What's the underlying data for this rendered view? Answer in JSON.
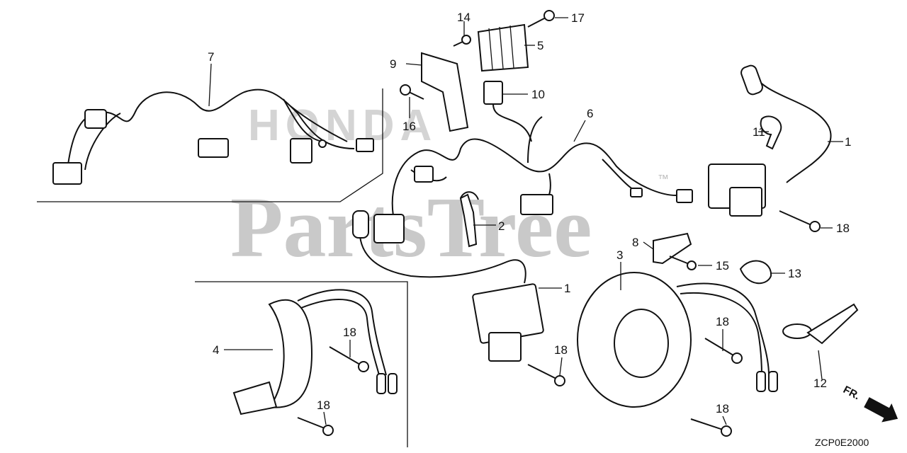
{
  "watermark": {
    "brand": "PartsTree",
    "trademark": "™",
    "back_logo": "HONDA"
  },
  "diagram_code": "ZCP0E2000",
  "direction_label": "FR.",
  "callouts": {
    "c1a": "1",
    "c1b": "1",
    "c2": "2",
    "c3": "3",
    "c4": "4",
    "c5": "5",
    "c6": "6",
    "c7": "7",
    "c8": "8",
    "c9": "9",
    "c10": "10",
    "c11": "11",
    "c12": "12",
    "c13": "13",
    "c14": "14",
    "c15": "15",
    "c16": "16",
    "c17": "17",
    "c18a": "18",
    "c18b": "18",
    "c18c": "18",
    "c18d": "18",
    "c18e": "18",
    "c18f": "18"
  }
}
